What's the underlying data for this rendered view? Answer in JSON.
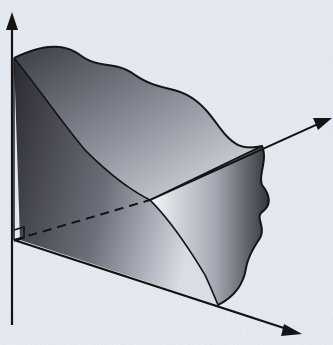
{
  "diagram": {
    "type": "3d-surface-sketch",
    "axes": [
      "vertical-axis",
      "depth-axis",
      "horizontal-axis"
    ],
    "right_angle_marker": true,
    "hidden_edge_dashed": true,
    "colors": {
      "background": "#eef1f7",
      "ink": "#141414",
      "shade_dark": "#2a2a32",
      "shade_light": "#f4f6fa"
    }
  }
}
